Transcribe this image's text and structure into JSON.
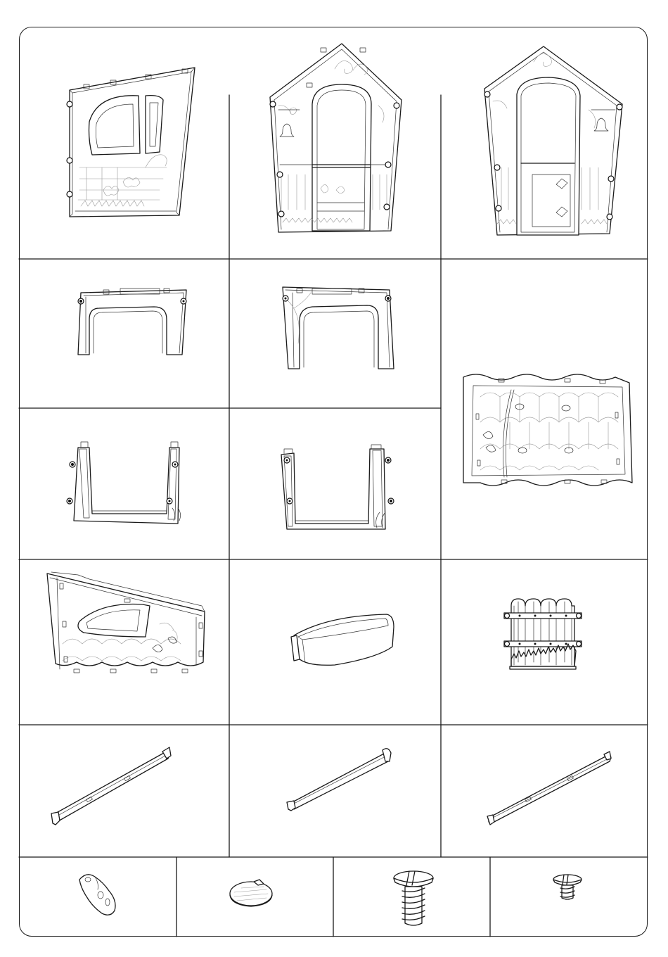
{
  "page": {
    "title": "",
    "colors": {
      "line": "#1a1a1a",
      "background": "#ffffff"
    }
  },
  "parts": [
    {
      "id": 1,
      "icon": "side-wall-window-panel-icon"
    },
    {
      "id": 2,
      "icon": "front-wall-door-frame-panel-icon"
    },
    {
      "id": 3,
      "icon": "front-wall-door-panel-icon"
    },
    {
      "id": 4,
      "icon": "upper-window-frame-left-icon"
    },
    {
      "id": 5,
      "icon": "upper-window-frame-right-icon"
    },
    {
      "id": 6,
      "icon": "roof-panel-icon"
    },
    {
      "id": 7,
      "icon": "lower-wall-frame-left-icon"
    },
    {
      "id": 8,
      "icon": "lower-wall-frame-right-icon"
    },
    {
      "id": 9,
      "icon": "gable-roof-panel-icon"
    },
    {
      "id": 10,
      "icon": "window-flower-box-icon"
    },
    {
      "id": 11,
      "icon": "fence-gate-icon"
    },
    {
      "id": 12,
      "icon": "roof-ridge-bar-long-icon"
    },
    {
      "id": 13,
      "icon": "roof-ridge-bar-short-icon"
    },
    {
      "id": 14,
      "icon": "floor-rail-bar-icon"
    },
    {
      "id": 15,
      "icon": "hinge-clip-icon"
    },
    {
      "id": 16,
      "icon": "cap-plug-icon"
    },
    {
      "id": 17,
      "icon": "large-screw-icon"
    },
    {
      "id": 18,
      "icon": "small-screw-icon"
    }
  ]
}
